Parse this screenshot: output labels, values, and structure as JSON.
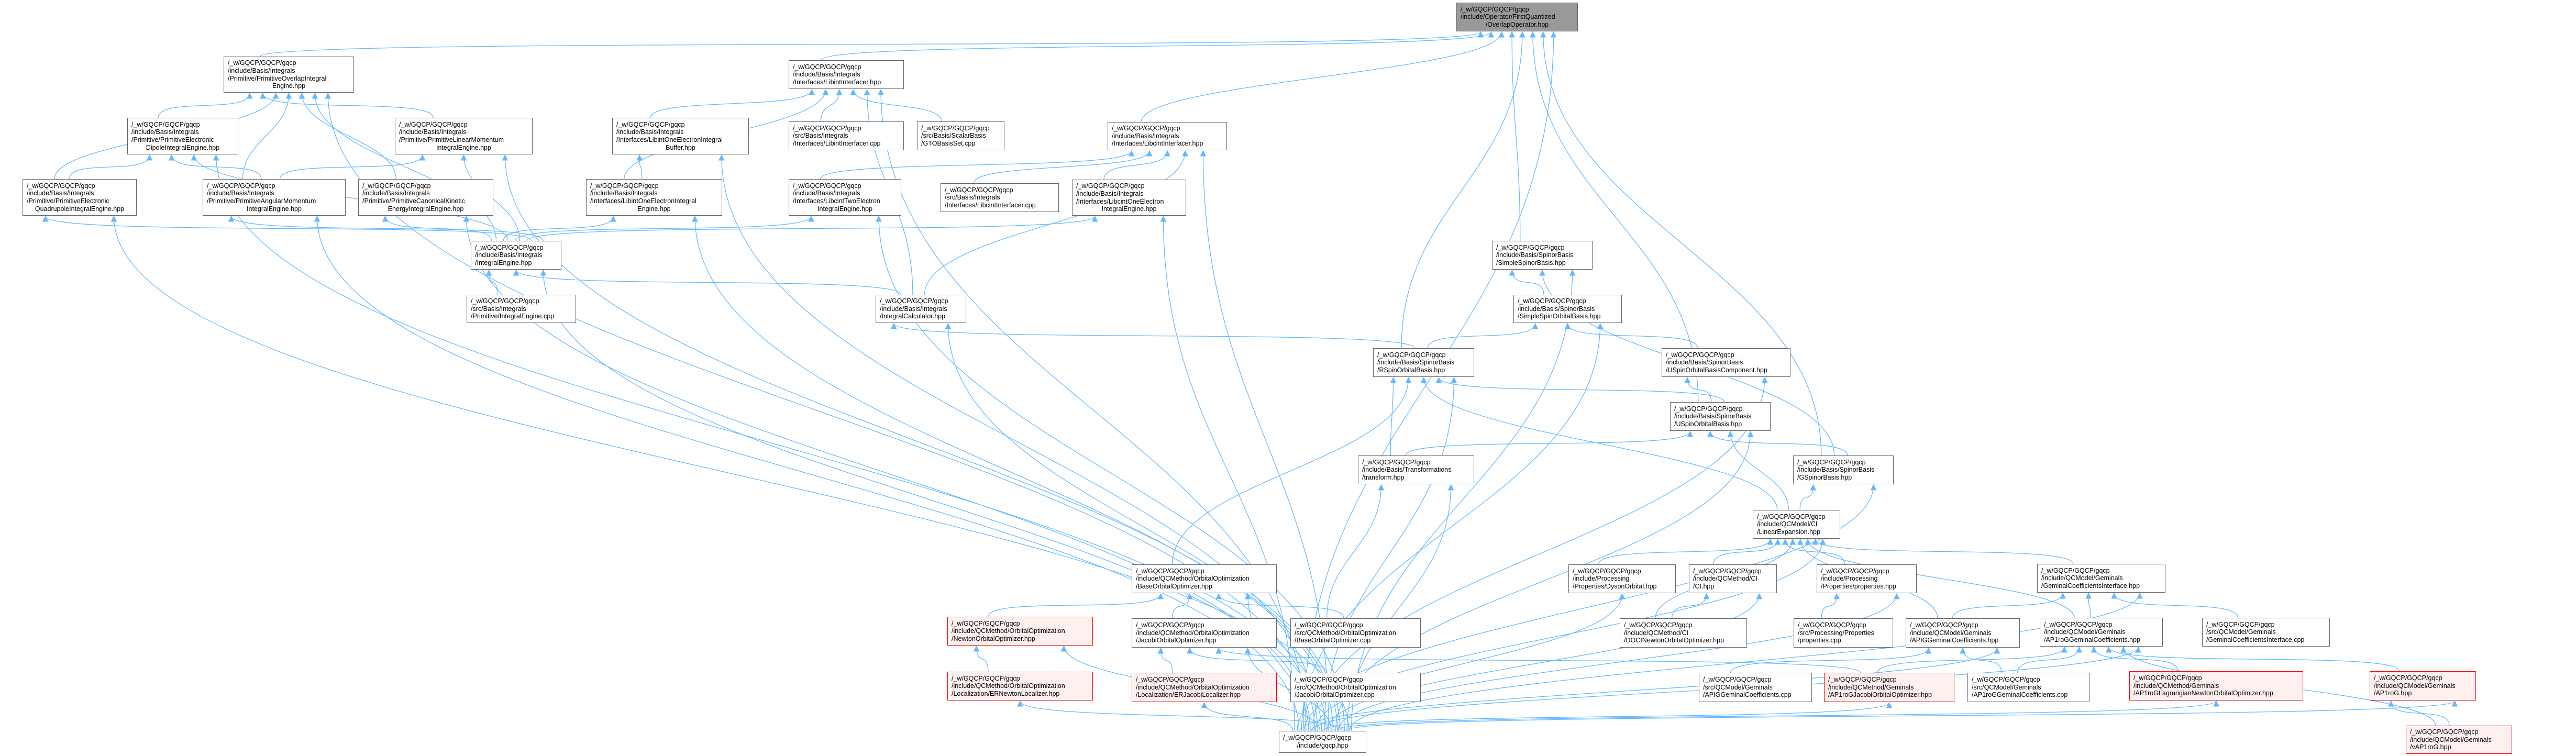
{
  "title": "Include dependency graph: OverlapOperator.hpp (included by)",
  "colors": {
    "edge": "#63b8ff",
    "node_border": "#666666",
    "node_fill": "#ffffff",
    "root_fill": "#999999",
    "truncated_border": "#ff0000",
    "truncated_fill": "#fff0f0"
  },
  "nodes": [
    {
      "id": "root",
      "kind": "root",
      "lines": [
        "/_w/GQCP/GQCP/gqcp",
        "/include/Operator/FirstQuantized",
        "/OverlapOperator.hpp"
      ]
    },
    {
      "id": "A",
      "kind": "normal",
      "lines": [
        "/_w/GQCP/GQCP/gqcp",
        "/include/Basis/Integrals",
        "/Primitive/PrimitiveOverlapIntegral",
        "Engine.hpp"
      ]
    },
    {
      "id": "B",
      "kind": "normal",
      "lines": [
        "/_w/GQCP/GQCP/gqcp",
        "/include/Basis/Integrals",
        "/Primitive/PrimitiveElectronic",
        "DipoleIntegralEngine.hpp"
      ]
    },
    {
      "id": "C",
      "kind": "normal",
      "lines": [
        "/_w/GQCP/GQCP/gqcp",
        "/include/Basis/Integrals",
        "/Primitive/PrimitiveLinearMomentum",
        "IntegralEngine.hpp"
      ]
    },
    {
      "id": "D",
      "kind": "normal",
      "lines": [
        "/_w/GQCP/GQCP/gqcp",
        "/include/Basis/Integrals",
        "/Primitive/PrimitiveElectronic",
        "QuadrupoleIntegralEngine.hpp"
      ]
    },
    {
      "id": "E",
      "kind": "normal",
      "lines": [
        "/_w/GQCP/GQCP/gqcp",
        "/include/Basis/Integrals",
        "/Primitive/PrimitiveAngularMomentum",
        "IntegralEngine.hpp"
      ]
    },
    {
      "id": "F",
      "kind": "normal",
      "lines": [
        "/_w/GQCP/GQCP/gqcp",
        "/include/Basis/Integrals",
        "/Primitive/PrimitiveCanonicalKinetic",
        "EnergyIntegralEngine.hpp"
      ]
    },
    {
      "id": "G",
      "kind": "normal",
      "lines": [
        "/_w/GQCP/GQCP/gqcp",
        "/include/Basis/Integrals",
        "/IntegralEngine.hpp"
      ]
    },
    {
      "id": "H",
      "kind": "normal",
      "lines": [
        "/_w/GQCP/GQCP/gqcp",
        "/include/Basis/Integrals",
        "/Interfaces/LibintInterfacer.hpp"
      ]
    },
    {
      "id": "I",
      "kind": "normal",
      "lines": [
        "/_w/GQCP/GQCP/gqcp",
        "/include/Basis/Integrals",
        "/Interfaces/LibintOneElectronIntegral",
        "Buffer.hpp"
      ]
    },
    {
      "id": "J",
      "kind": "normal",
      "lines": [
        "/_w/GQCP/GQCP/gqcp",
        "/src/Basis/Integrals",
        "/Interfaces/LibintInterfacer.cpp"
      ]
    },
    {
      "id": "K",
      "kind": "normal",
      "lines": [
        "/_w/GQCP/GQCP/gqcp",
        "/src/Basis/ScalarBasis",
        "/GTOBasisSet.cpp"
      ]
    },
    {
      "id": "L",
      "kind": "normal",
      "lines": [
        "/_w/GQCP/GQCP/gqcp",
        "/include/Basis/Integrals",
        "/Interfaces/LibintOneElectronIntegral",
        "Engine.hpp"
      ]
    },
    {
      "id": "M",
      "kind": "normal",
      "lines": [
        "/_w/GQCP/GQCP/gqcp",
        "/include/Basis/Integrals",
        "/Interfaces/LibcintTwoElectron",
        "IntegralEngine.hpp"
      ]
    },
    {
      "id": "N",
      "kind": "normal",
      "lines": [
        "/_w/GQCP/GQCP/gqcp",
        "/src/Basis/Integrals",
        "/Interfaces/LibcintInterfacer.cpp"
      ]
    },
    {
      "id": "O",
      "kind": "normal",
      "lines": [
        "/_w/GQCP/GQCP/gqcp",
        "/include/Basis/Integrals",
        "/Interfaces/LibcintInterfacer.hpp"
      ]
    },
    {
      "id": "P",
      "kind": "normal",
      "lines": [
        "/_w/GQCP/GQCP/gqcp",
        "/include/Basis/Integrals",
        "/Interfaces/LibcintOneElectron",
        "IntegralEngine.hpp"
      ]
    },
    {
      "id": "Q",
      "kind": "normal",
      "lines": [
        "/_w/GQCP/GQCP/gqcp",
        "/src/Basis/Integrals",
        "/Primitive/IntegralEngine.cpp"
      ]
    },
    {
      "id": "R",
      "kind": "normal",
      "lines": [
        "/_w/GQCP/GQCP/gqcp",
        "/include/Basis/Integrals",
        "/IntegralCalculator.hpp"
      ]
    },
    {
      "id": "S",
      "kind": "normal",
      "lines": [
        "/_w/GQCP/GQCP/gqcp",
        "/include/Basis/SpinorBasis",
        "/SimpleSpinorBasis.hpp"
      ]
    },
    {
      "id": "T",
      "kind": "normal",
      "lines": [
        "/_w/GQCP/GQCP/gqcp",
        "/include/Basis/SpinorBasis",
        "/SimpleSpinOrbitalBasis.hpp"
      ]
    },
    {
      "id": "U",
      "kind": "normal",
      "lines": [
        "/_w/GQCP/GQCP/gqcp",
        "/include/Basis/SpinorBasis",
        "/RSpinOrbitalBasis.hpp"
      ]
    },
    {
      "id": "V",
      "kind": "normal",
      "lines": [
        "/_w/GQCP/GQCP/gqcp",
        "/include/Basis/SpinorBasis",
        "/USpinOrbitalBasisComponent.hpp"
      ]
    },
    {
      "id": "W",
      "kind": "normal",
      "lines": [
        "/_w/GQCP/GQCP/gqcp",
        "/include/Basis/SpinorBasis",
        "/USpinOrbitalBasis.hpp"
      ]
    },
    {
      "id": "X",
      "kind": "normal",
      "lines": [
        "/_w/GQCP/GQCP/gqcp",
        "/include/Basis/Transformations",
        "/transform.hpp"
      ]
    },
    {
      "id": "Y",
      "kind": "normal",
      "lines": [
        "/_w/GQCP/GQCP/gqcp",
        "/include/Basis/SpinorBasis",
        "/GSpinorBasis.hpp"
      ]
    },
    {
      "id": "Z",
      "kind": "normal",
      "lines": [
        "/_w/GQCP/GQCP/gqcp",
        "/include/QCMethod/OrbitalOptimization",
        "/BaseOrbitalOptimizer.hpp"
      ]
    },
    {
      "id": "AA",
      "kind": "truncated",
      "lines": [
        "/_w/GQCP/GQCP/gqcp",
        "/include/QCMethod/OrbitalOptimization",
        "/NewtonOrbitalOptimizer.hpp"
      ]
    },
    {
      "id": "AB",
      "kind": "normal",
      "lines": [
        "/_w/GQCP/GQCP/gqcp",
        "/include/QCMethod/OrbitalOptimization",
        "/JacobiOrbitalOptimizer.hpp"
      ]
    },
    {
      "id": "AC",
      "kind": "normal",
      "lines": [
        "/_w/GQCP/GQCP/gqcp",
        "/src/QCMethod/OrbitalOptimization",
        "/BaseOrbitalOptimizer.cpp"
      ]
    },
    {
      "id": "AD",
      "kind": "truncated",
      "lines": [
        "/_w/GQCP/GQCP/gqcp",
        "/include/QCMethod/OrbitalOptimization",
        "/Localization/ERNewtonLocalizer.hpp"
      ]
    },
    {
      "id": "AE",
      "kind": "truncated",
      "lines": [
        "/_w/GQCP/GQCP/gqcp",
        "/include/QCMethod/OrbitalOptimization",
        "/Localization/ERJacobiLocalizer.hpp"
      ]
    },
    {
      "id": "AF",
      "kind": "normal",
      "lines": [
        "/_w/GQCP/GQCP/gqcp",
        "/src/QCMethod/OrbitalOptimization",
        "/JacobiOrbitalOptimizer.cpp"
      ]
    },
    {
      "id": "AG",
      "kind": "normal",
      "lines": [
        "/_w/GQCP/GQCP/gqcp",
        "/include/gqcp.hpp"
      ]
    },
    {
      "id": "AH",
      "kind": "normal",
      "lines": [
        "/_w/GQCP/GQCP/gqcp",
        "/include/QCModel/CI",
        "/LinearExpansion.hpp"
      ]
    },
    {
      "id": "AI",
      "kind": "normal",
      "lines": [
        "/_w/GQCP/GQCP/gqcp",
        "/include/Processing",
        "/Properties/DysonOrbital.hpp"
      ]
    },
    {
      "id": "AJ",
      "kind": "normal",
      "lines": [
        "/_w/GQCP/GQCP/gqcp",
        "/include/QCMethod/CI",
        "/CI.hpp"
      ]
    },
    {
      "id": "AK",
      "kind": "normal",
      "lines": [
        "/_w/GQCP/GQCP/gqcp",
        "/include/Processing",
        "/Properties/properties.hpp"
      ]
    },
    {
      "id": "AL",
      "kind": "normal",
      "lines": [
        "/_w/GQCP/GQCP/gqcp",
        "/include/QCModel/Geminals",
        "/GeminalCoefficientsInterface.hpp"
      ]
    },
    {
      "id": "AM",
      "kind": "normal",
      "lines": [
        "/_w/GQCP/GQCP/gqcp",
        "/include/QCMethod/CI",
        "/DOCINewtonOrbitalOptimizer.hpp"
      ]
    },
    {
      "id": "AN",
      "kind": "normal",
      "lines": [
        "/_w/GQCP/GQCP/gqcp",
        "/src/Processing/Properties",
        "/properties.cpp"
      ]
    },
    {
      "id": "AO",
      "kind": "normal",
      "lines": [
        "/_w/GQCP/GQCP/gqcp",
        "/include/QCModel/Geminals",
        "/APIGGeminalCoefficients.hpp"
      ]
    },
    {
      "id": "AP",
      "kind": "normal",
      "lines": [
        "/_w/GQCP/GQCP/gqcp",
        "/include/QCModel/Geminals",
        "/AP1roGGeminalCoefficients.hpp"
      ]
    },
    {
      "id": "AQ",
      "kind": "normal",
      "lines": [
        "/_w/GQCP/GQCP/gqcp",
        "/src/QCModel/Geminals",
        "/APIGGeminalCoefficients.cpp"
      ]
    },
    {
      "id": "AR",
      "kind": "truncated",
      "lines": [
        "/_w/GQCP/GQCP/gqcp",
        "/include/QCMethod/Geminals",
        "/AP1roGJacobiOrbitalOptimizer.hpp"
      ]
    },
    {
      "id": "AS",
      "kind": "normal",
      "lines": [
        "/_w/GQCP/GQCP/gqcp",
        "/src/QCModel/Geminals",
        "/AP1roGGeminalCoefficients.cpp"
      ]
    },
    {
      "id": "AU",
      "kind": "normal",
      "lines": [
        "/_w/GQCP/GQCP/gqcp",
        "/src/QCModel/Geminals",
        "/GeminalCoefficientsInterface.cpp"
      ]
    },
    {
      "id": "AV",
      "kind": "truncated",
      "lines": [
        "/_w/GQCP/GQCP/gqcp",
        "/include/QCMethod/Geminals",
        "/AP1roGLagrangianNewtonOrbitalOptimizer.hpp"
      ]
    },
    {
      "id": "AW",
      "kind": "truncated",
      "lines": [
        "/_w/GQCP/GQCP/gqcp",
        "/include/QCModel/Geminals",
        "/AP1roG.hpp"
      ]
    },
    {
      "id": "AX",
      "kind": "truncated",
      "lines": [
        "/_w/GQCP/GQCP/gqcp",
        "/include/QCModel/Geminals",
        "/vAP1roG.hpp"
      ]
    }
  ]
}
